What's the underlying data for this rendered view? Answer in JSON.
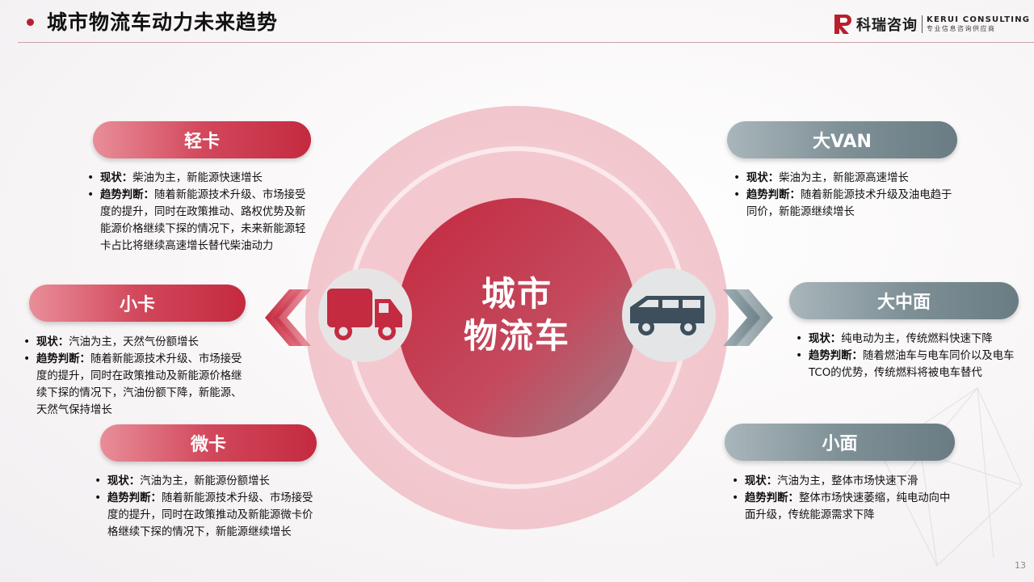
{
  "header": {
    "title": "城市物流车动力未来趋势"
  },
  "logo": {
    "cn": "科瑞咨询",
    "en_line1": "KERUI CONSULTING",
    "en_line2": "专业信息咨询供应商"
  },
  "center": {
    "line1": "城市",
    "line2": "物流车"
  },
  "icons": {
    "left": "truck-icon",
    "right": "van-icon"
  },
  "colors": {
    "accent": "#b8202e",
    "red_pill": "#d2485c",
    "gray_pill": "#7f9197"
  },
  "left": {
    "light_truck": {
      "title": "轻卡",
      "items": [
        {
          "label": "现状：",
          "text": "柴油为主，新能源快速增长"
        },
        {
          "label": "趋势判断：",
          "text": "随着新能源技术升级、市场接受度的提升，同时在政策推动、路权优势及新能源价格继续下探的情况下，未来新能源轻卡占比将继续高速增长替代柴油动力"
        }
      ]
    },
    "mini_truck": {
      "title": "小卡",
      "items": [
        {
          "label": "现状：",
          "text": "汽油为主，天然气份额增长"
        },
        {
          "label": "趋势判断：",
          "text": "随着新能源技术升级、市场接受度的提升，同时在政策推动及新能源价格继续下探的情况下，汽油份额下降，新能源、天然气保持增长"
        }
      ]
    },
    "micro_truck": {
      "title": "微卡",
      "items": [
        {
          "label": "现状：",
          "text": "汽油为主，新能源份额增长"
        },
        {
          "label": "趋势判断：",
          "text": "随着新能源技术升级、市场接受度的提升，同时在政策推动及新能源微卡价格继续下探的情况下，新能源继续增长"
        }
      ]
    }
  },
  "right": {
    "big_van": {
      "title": "大VAN",
      "items": [
        {
          "label": "现状：",
          "text": "柴油为主，新能源高速增长"
        },
        {
          "label": "趋势判断：",
          "text": "随着新能源技术升级及油电趋于同价，新能源继续增长"
        }
      ]
    },
    "mid_van": {
      "title": "大中面",
      "items": [
        {
          "label": "现状：",
          "text": "纯电动为主，传统燃料快速下降"
        },
        {
          "label": "趋势判断：",
          "text": "随着燃油车与电车同价以及电车TCO的优势，传统燃料将被电车替代"
        }
      ]
    },
    "small_van": {
      "title": "小面",
      "items": [
        {
          "label": "现状：",
          "text": "汽油为主，整体市场快速下滑"
        },
        {
          "label": "趋势判断：",
          "text": "整体市场快速萎缩，纯电动向中面升级，传统能源需求下降"
        }
      ]
    }
  },
  "page_number": "13"
}
